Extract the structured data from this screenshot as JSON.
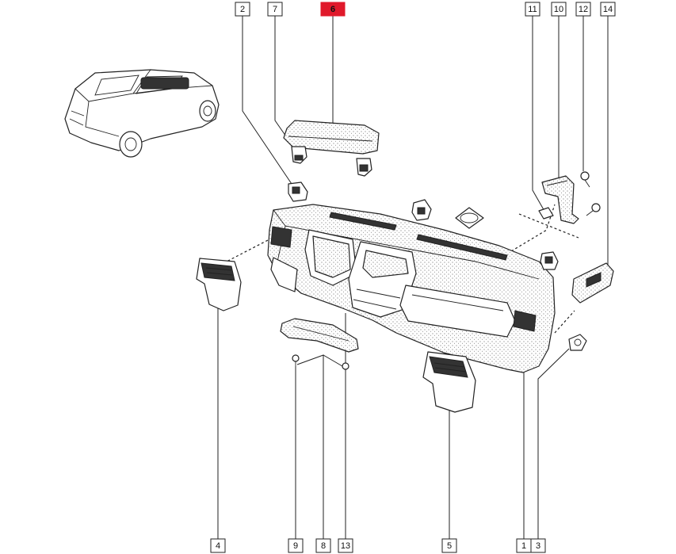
{
  "highlight_color": "#e0192b",
  "callouts": [
    {
      "id": "c2",
      "label": "2"
    },
    {
      "id": "c7",
      "label": "7"
    },
    {
      "id": "c6",
      "label": "6",
      "highlighted": true
    },
    {
      "id": "c11",
      "label": "11"
    },
    {
      "id": "c10",
      "label": "10"
    },
    {
      "id": "c12",
      "label": "12"
    },
    {
      "id": "c14",
      "label": "14"
    },
    {
      "id": "c4",
      "label": "4"
    },
    {
      "id": "c9",
      "label": "9"
    },
    {
      "id": "c8",
      "label": "8"
    },
    {
      "id": "c13",
      "label": "13"
    },
    {
      "id": "c5",
      "label": "5"
    },
    {
      "id": "c1",
      "label": "1"
    },
    {
      "id": "c3",
      "label": "3"
    }
  ]
}
